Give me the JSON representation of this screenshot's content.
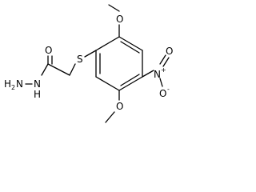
{
  "molecule": {
    "atoms": {
      "methoxy_top_methyl": "",
      "methoxy_top_o": "O",
      "carbonyl_o": "O",
      "thioether_s": "S",
      "hydrazide_n_h": "N",
      "hydrazide_nh": "H",
      "hydrazide_nh2_n": "N",
      "hydrazide_nh2_h": "H",
      "hydrazide_nh2_sub": "2",
      "nitro_n": "N",
      "nitro_plus": "+",
      "nitro_o": "O",
      "nitro_o_minus": "-",
      "nitro_o2": "O",
      "methoxy_bottom_o": "O"
    },
    "line_color": "#000000",
    "background": "#ffffff"
  }
}
